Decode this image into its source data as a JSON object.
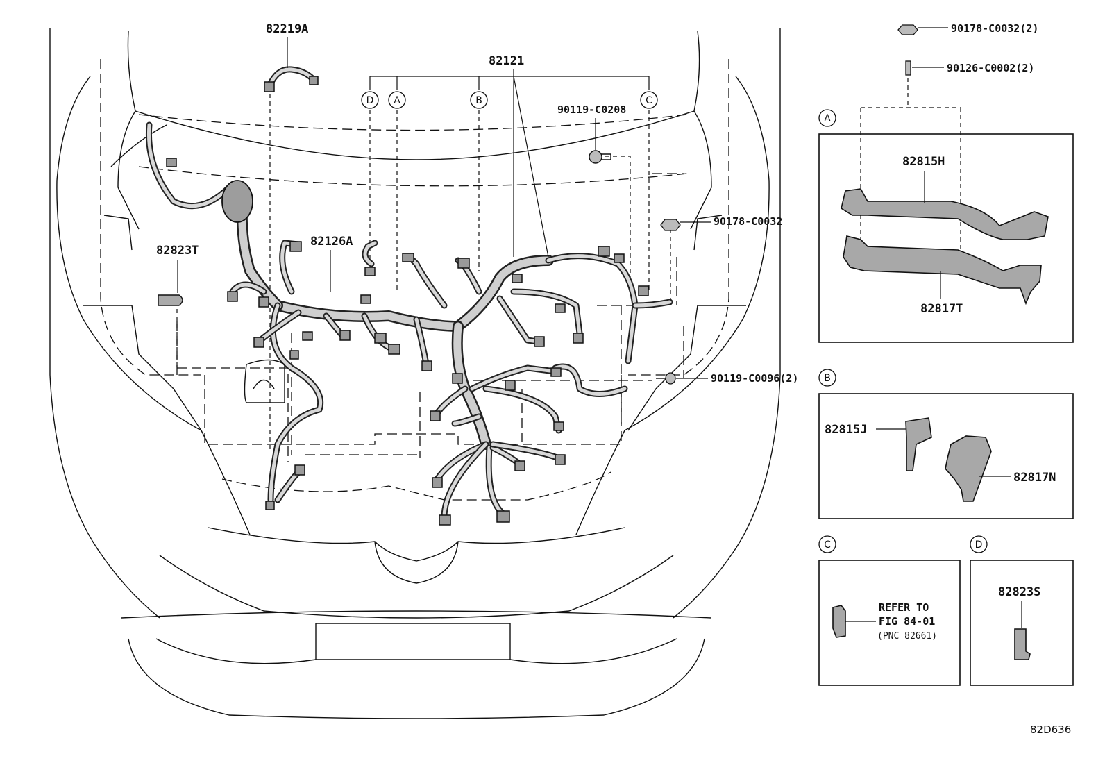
{
  "main_diagram": {
    "part_labels": {
      "p82219A": "82219A",
      "p82121": "82121",
      "p90119_C0208": "90119-C0208",
      "p90178_C0032": "90178-C0032",
      "p82126A": "82126A",
      "p82823T": "82823T",
      "p90119_C0096": "90119-C0096(2)"
    },
    "callout_circles": {
      "D": "D",
      "A": "A",
      "B": "B",
      "C": "C"
    }
  },
  "top_fasteners": {
    "f90178_C0032_2": "90178-C0032(2)",
    "f90126_C0002_2": "90126-C0002(2)"
  },
  "detail_panels": {
    "A": {
      "marker": "A",
      "label_top": "82815H",
      "label_bottom": "82817T"
    },
    "B": {
      "marker": "B",
      "label_left": "82815J",
      "label_right": "82817N"
    },
    "C": {
      "marker": "C",
      "refer_line1": "REFER TO",
      "refer_line2": "FIG 84-01",
      "refer_line3": "(PNC 82661)"
    },
    "D": {
      "marker": "D",
      "label": "82823S"
    }
  },
  "figure_code": "82D636"
}
